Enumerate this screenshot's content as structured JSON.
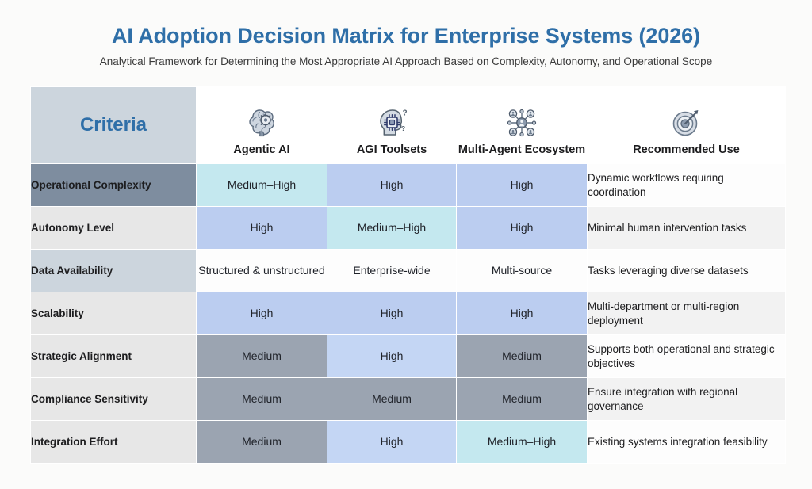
{
  "header": {
    "title": "AI Adoption Decision Matrix for Enterprise Systems (2026)",
    "subtitle": "Analytical Framework for Determining the Most Appropriate AI Approach Based on Complexity, Autonomy, and Operational Scope"
  },
  "colors": {
    "title_blue": "#2f6fa8",
    "criteria_header_bg": "#ccd5dd",
    "slate": "#7e8d9f",
    "periwinkle": "#bbcdf0",
    "mint": "#c4e8ef",
    "medium_gray": "#9ba4b1",
    "page_bg": "#fbfbfa"
  },
  "table": {
    "columns": [
      {
        "label": "Criteria",
        "icon": "none"
      },
      {
        "label": "Agentic AI",
        "icon": "brain-gear-icon"
      },
      {
        "label": "AGI Toolsets",
        "icon": "head-chip-icon"
      },
      {
        "label": "Multi-Agent Ecosystem",
        "icon": "network-agents-icon"
      },
      {
        "label": "Recommended Use",
        "icon": "target-arrow-icon"
      }
    ],
    "rows": [
      {
        "criteria": "Operational Complexity",
        "criteria_bg": "#7e8d9f",
        "cells": [
          {
            "text": "Medium–High",
            "bg": "#c4e8ef"
          },
          {
            "text": "High",
            "bg": "#bbcdf0"
          },
          {
            "text": "High",
            "bg": "#bbcdf0"
          }
        ],
        "recommended": "Dynamic workflows requiring coordination",
        "recommended_bg": "#fdfdfd"
      },
      {
        "criteria": "Autonomy Level",
        "criteria_bg": "#e7e7e7",
        "cells": [
          {
            "text": "High",
            "bg": "#bbcdf0"
          },
          {
            "text": "Medium–High",
            "bg": "#c4e8ef"
          },
          {
            "text": "High",
            "bg": "#bbcdf0"
          }
        ],
        "recommended": "Minimal human intervention tasks",
        "recommended_bg": "#f2f2f2"
      },
      {
        "criteria": "Data Availability",
        "criteria_bg": "#ccd5dd",
        "cells": [
          {
            "text": "Structured & unstructured",
            "bg": "#fdfdfd"
          },
          {
            "text": "Enterprise-wide",
            "bg": "#fdfdfd"
          },
          {
            "text": "Multi-source",
            "bg": "#fdfdfd"
          }
        ],
        "recommended": "Tasks leveraging diverse datasets",
        "recommended_bg": "#fdfdfd"
      },
      {
        "criteria": "Scalability",
        "criteria_bg": "#e7e7e7",
        "cells": [
          {
            "text": "High",
            "bg": "#bbcdf0"
          },
          {
            "text": "High",
            "bg": "#bbcdf0"
          },
          {
            "text": "High",
            "bg": "#bbcdf0"
          }
        ],
        "recommended": "Multi-department or multi-region deployment",
        "recommended_bg": "#f2f2f2"
      },
      {
        "criteria": "Strategic Alignment",
        "criteria_bg": "#e7e7e7",
        "cells": [
          {
            "text": "Medium",
            "bg": "#9ba4b1"
          },
          {
            "text": "High",
            "bg": "#c4d6f4"
          },
          {
            "text": "Medium",
            "bg": "#9ba4b1"
          }
        ],
        "recommended": "Supports both operational and strategic objectives",
        "recommended_bg": "#fdfdfd"
      },
      {
        "criteria": "Compliance Sensitivity",
        "criteria_bg": "#e7e7e7",
        "cells": [
          {
            "text": "Medium",
            "bg": "#9ba4b1"
          },
          {
            "text": "Medium",
            "bg": "#9ba4b1"
          },
          {
            "text": "Medium",
            "bg": "#9ba4b1"
          }
        ],
        "recommended": "Ensure integration with regional governance",
        "recommended_bg": "#f2f2f2"
      },
      {
        "criteria": "Integration Effort",
        "criteria_bg": "#e7e7e7",
        "cells": [
          {
            "text": "Medium",
            "bg": "#9ba4b1"
          },
          {
            "text": "High",
            "bg": "#c4d6f4"
          },
          {
            "text": "Medium–High",
            "bg": "#c4e8ef"
          }
        ],
        "recommended": "Existing systems integration feasibility",
        "recommended_bg": "#fdfdfd"
      }
    ]
  }
}
